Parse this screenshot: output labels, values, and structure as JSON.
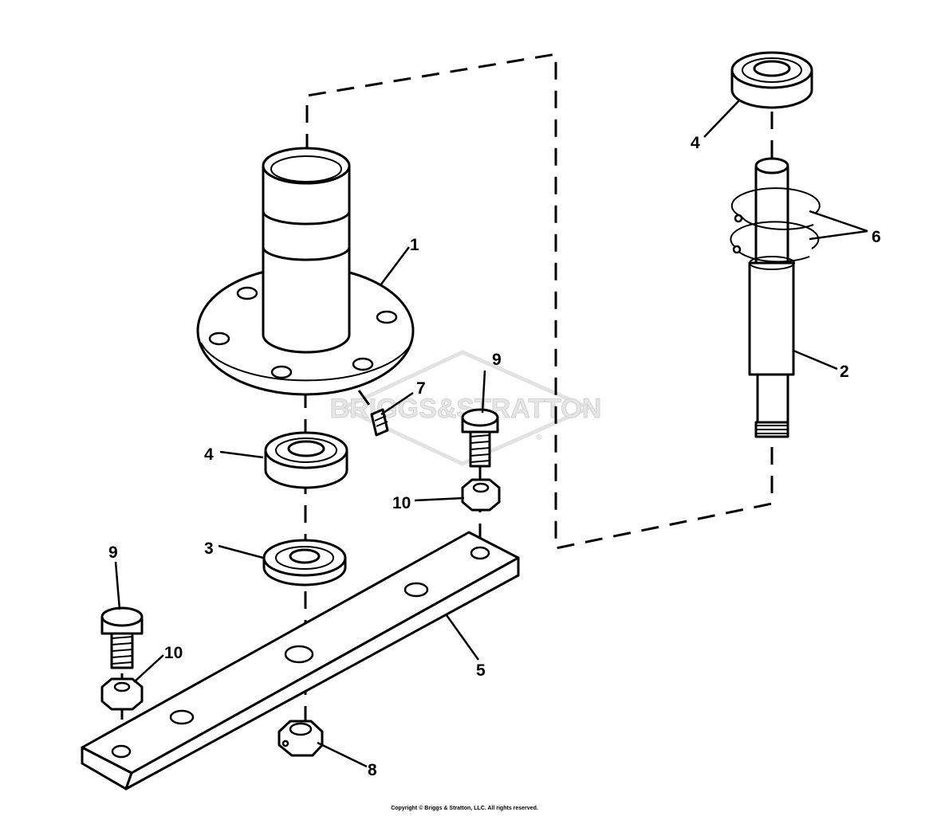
{
  "watermark": {
    "brand": "BRIGGS&STRATTON",
    "registered": "®"
  },
  "callouts": {
    "spindle_housing": "1",
    "spindle_shaft": "2",
    "washer": "3",
    "bearing_lower": "4",
    "bearing_upper": "4",
    "blade_adapter": "5",
    "retaining_rings": "6",
    "grease_fitting": "7",
    "hex_nut_bottom": "8",
    "bolt_left": "9",
    "bolt_right": "9",
    "nut_left": "10",
    "nut_right": "10"
  },
  "copyright": "Copyright © Briggs & Stratton, LLC. All rights reserved."
}
